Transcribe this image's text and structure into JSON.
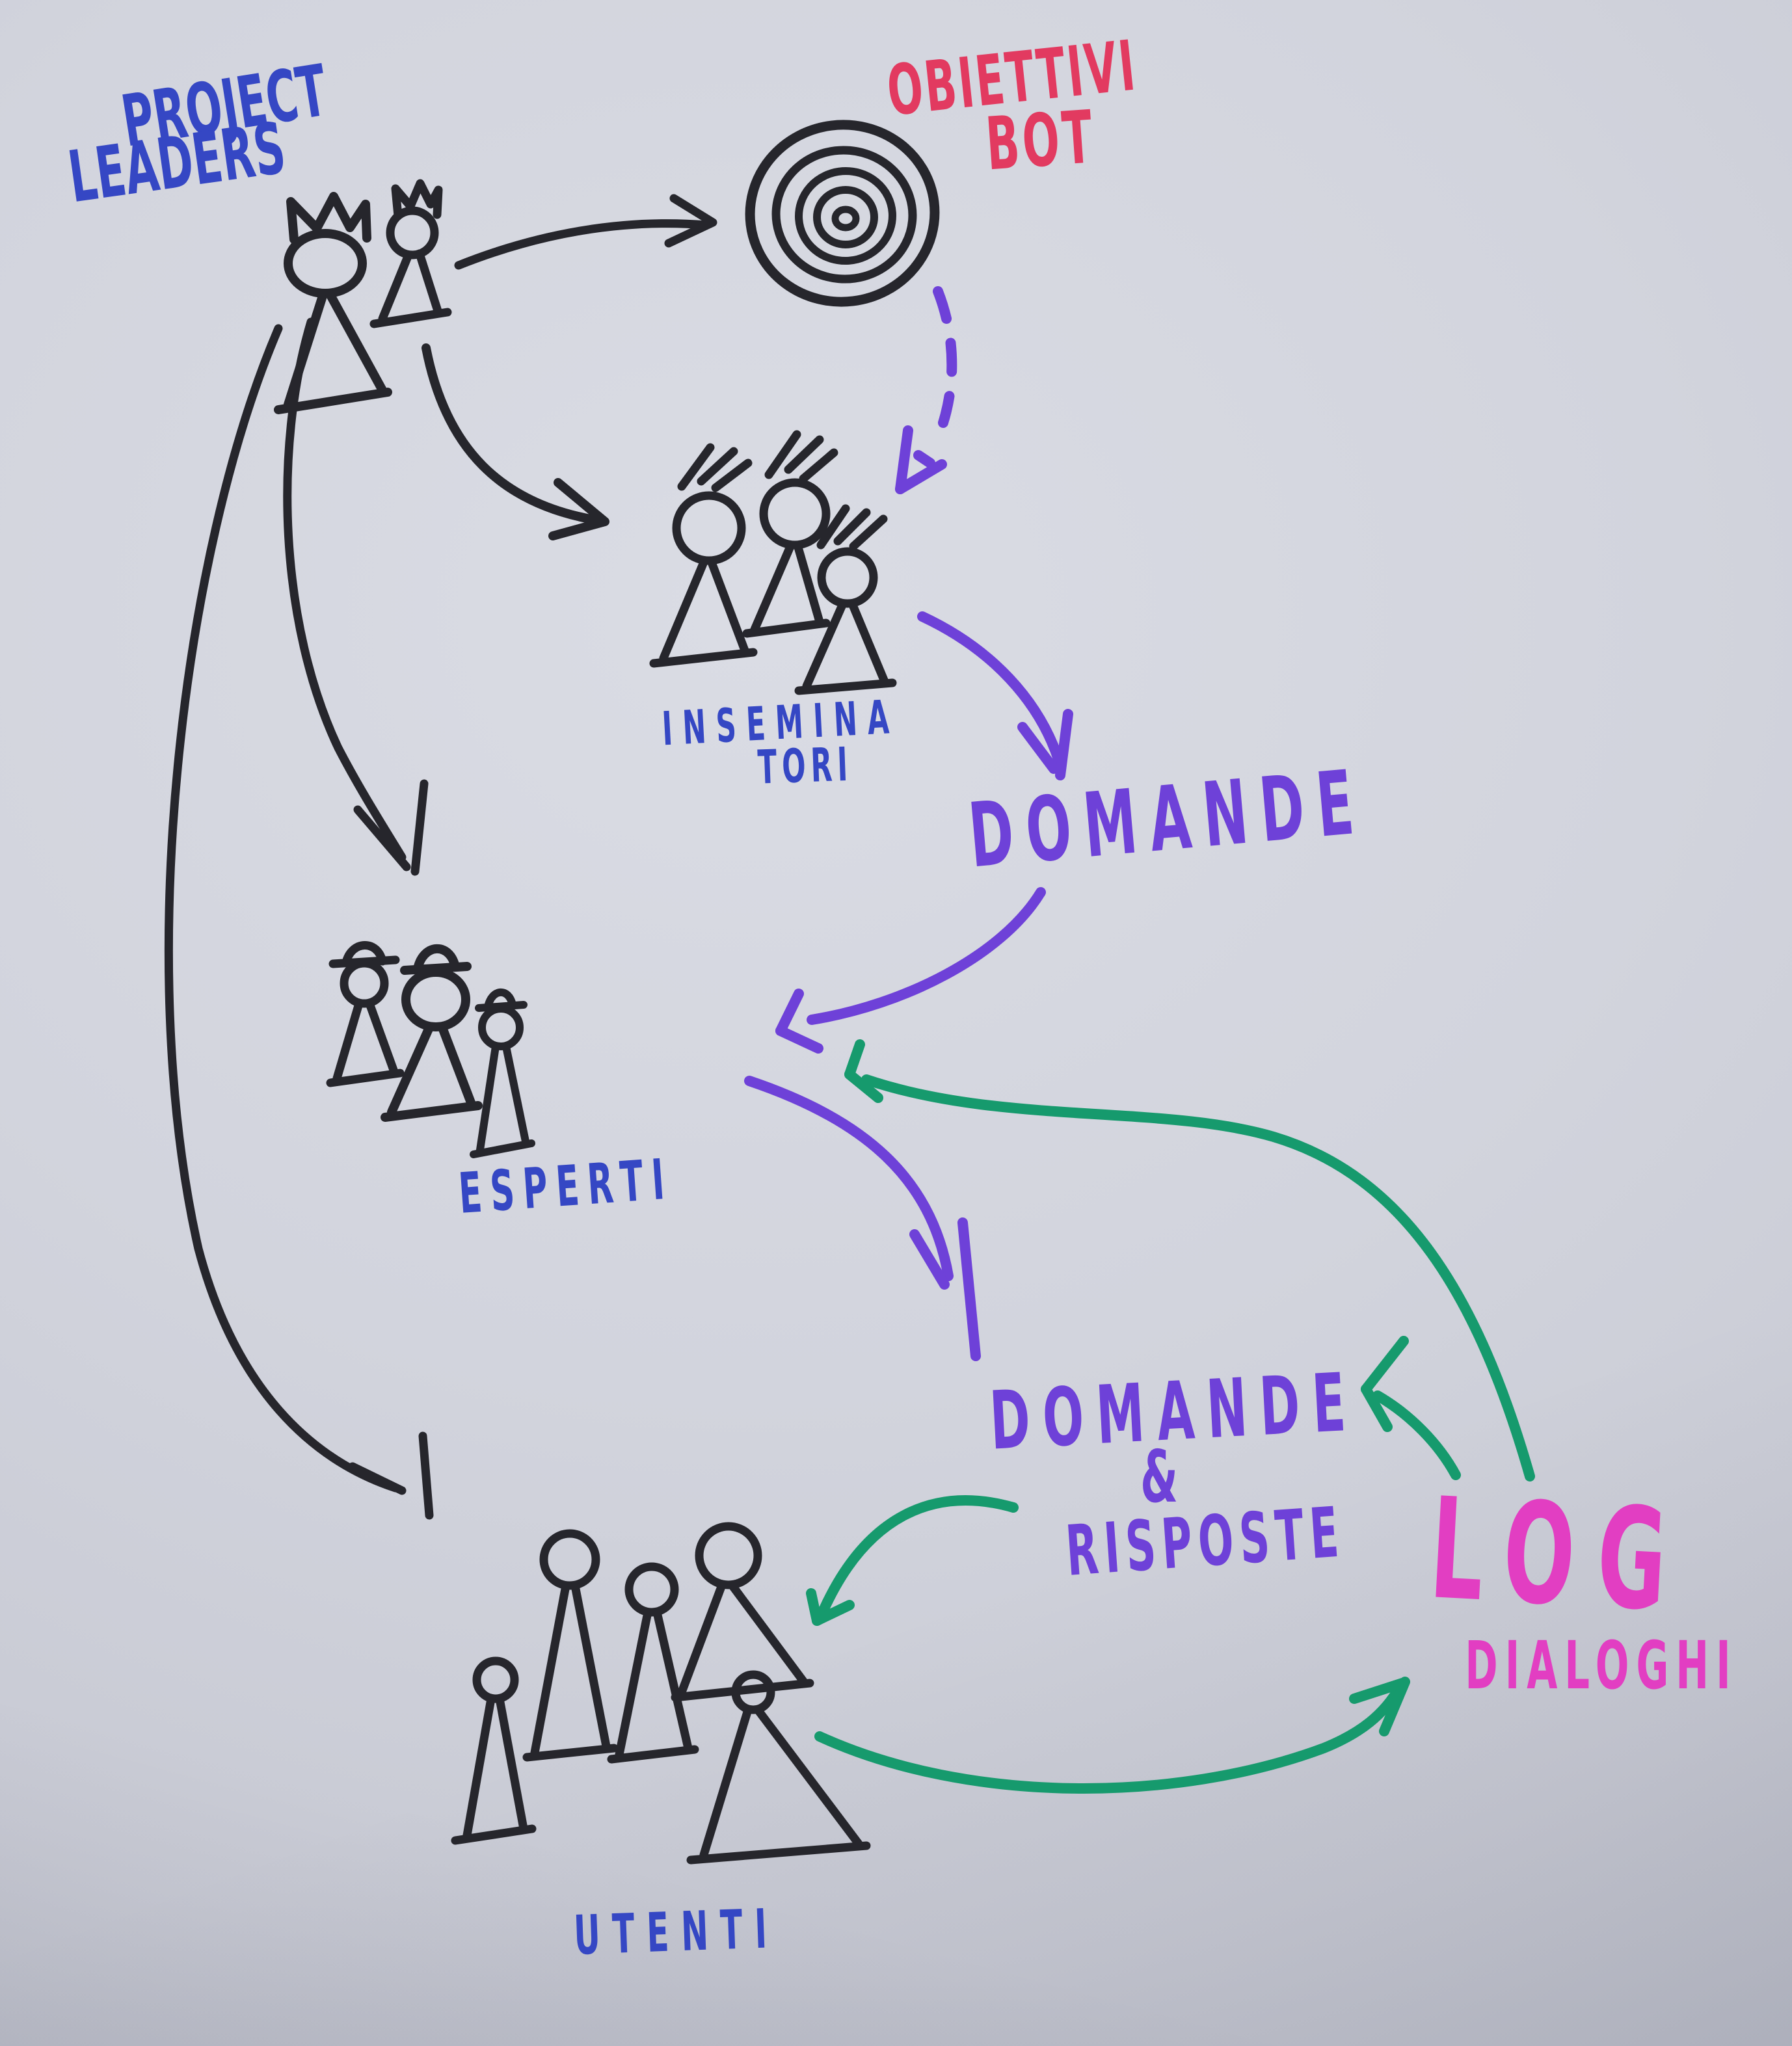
{
  "diagram": {
    "type": "hand-drawn whiteboard flow diagram",
    "language": "Italian"
  },
  "labels": {
    "project_leaders": {
      "line1": "PROJECT",
      "line2": "LEADERS"
    },
    "obiettivi_bot": {
      "line1": "OBIETTIVI",
      "line2": "BOT"
    },
    "inseminatori": {
      "line1": "INSEMINA",
      "line2": "TORI"
    },
    "domande": "DOMANDE",
    "esperti": "ESPERTI",
    "domande_risposte": {
      "line1": "DOMANDE",
      "line2": "&",
      "line3": "RISPOSTE"
    },
    "log": "LOG",
    "dialoghi": "DIALOGHI",
    "utenti": "UTENTI"
  },
  "figure_counts": {
    "project_leaders": 2,
    "inseminatori": 3,
    "esperti": 3,
    "utenti": 5
  },
  "colors": {
    "blue_marker": "#3547c4",
    "red_marker": "#e23a60",
    "purple_marker": "#6e41d8",
    "green_marker": "#169a6d",
    "magenta_marker": "#e23ec2",
    "black_marker": "#26262c",
    "board_background": "#d2d4dd"
  }
}
